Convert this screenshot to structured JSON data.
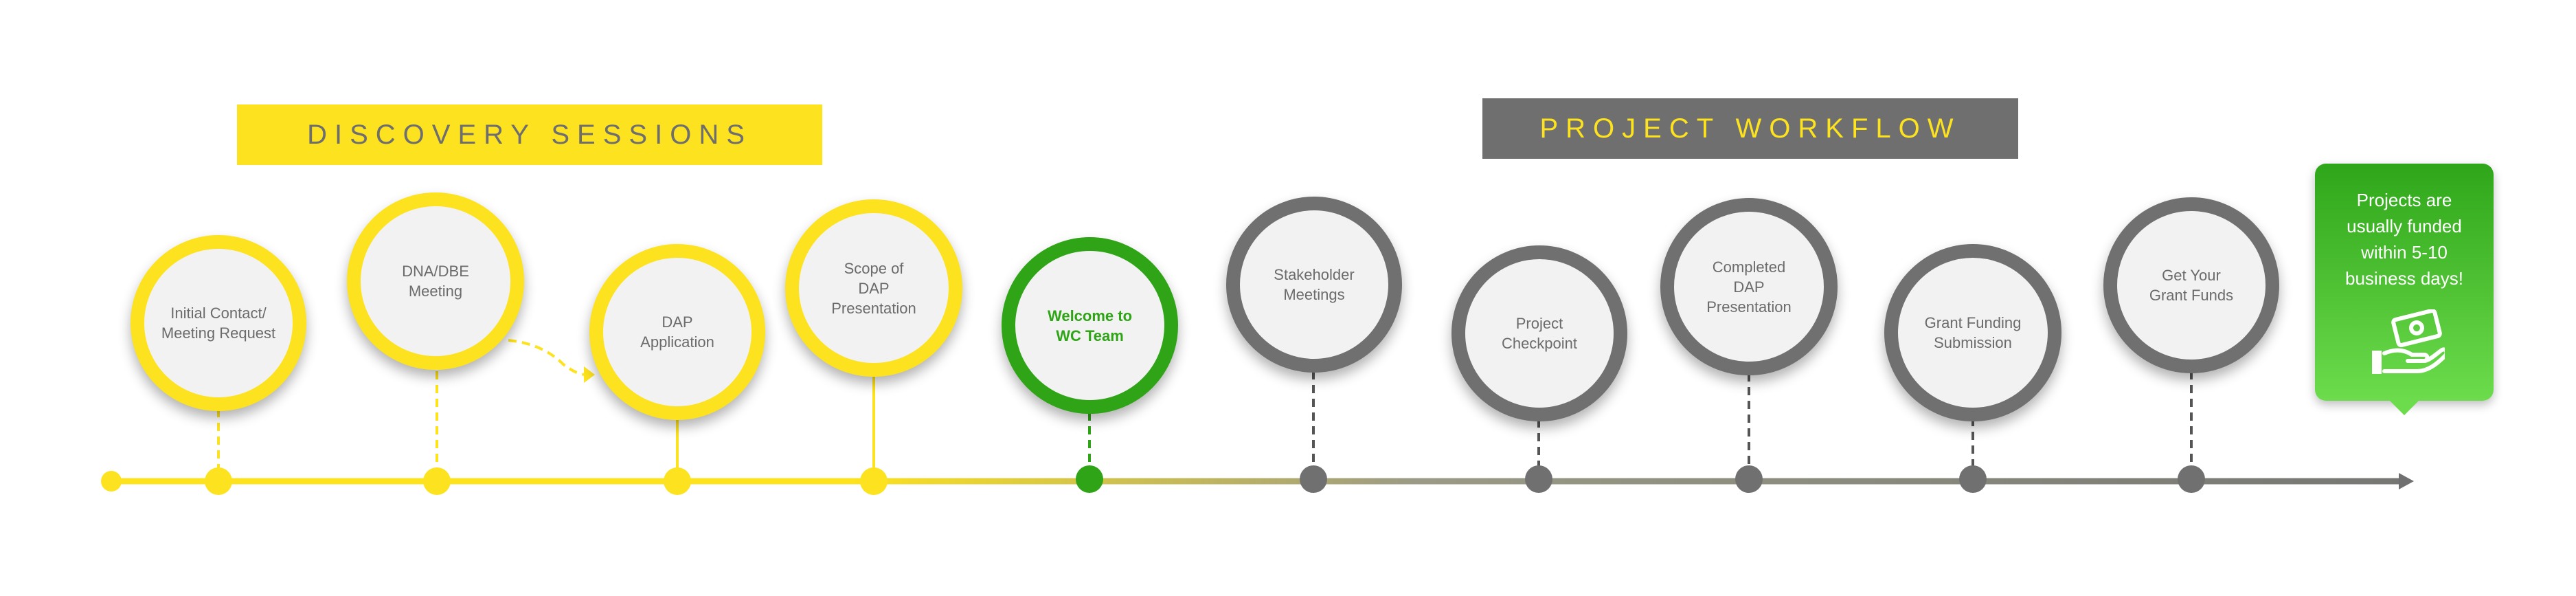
{
  "banners": {
    "discovery": "DISCOVERY SESSIONS",
    "workflow": "PROJECT WORKFLOW"
  },
  "steps": [
    {
      "label": "Initial Contact/\nMeeting Request",
      "phase": "discovery",
      "color": "#fde21f"
    },
    {
      "label": "DNA/DBE\nMeeting",
      "phase": "discovery",
      "color": "#fde21f"
    },
    {
      "label": "DAP\nApplication",
      "phase": "discovery",
      "color": "#fde21f"
    },
    {
      "label": "Scope of\nDAP\nPresentation",
      "phase": "discovery",
      "color": "#fde21f"
    },
    {
      "label": "Welcome to\nWC Team",
      "phase": "milestone",
      "color": "#2ea416"
    },
    {
      "label": "Stakeholder\nMeetings",
      "phase": "workflow",
      "color": "#707070"
    },
    {
      "label": "Project\nCheckpoint",
      "phase": "workflow",
      "color": "#707070"
    },
    {
      "label": "Completed\nDAP\nPresentation",
      "phase": "workflow",
      "color": "#707070"
    },
    {
      "label": "Grant Funding\nSubmission",
      "phase": "workflow",
      "color": "#707070"
    },
    {
      "label": "Get Your\nGrant Funds",
      "phase": "workflow",
      "color": "#707070"
    }
  ],
  "callout": {
    "text": "Projects are\nusually funded\nwithin 5-10\nbusiness days!",
    "icon": "hand-money-icon",
    "color": "#2fa61a"
  },
  "colors": {
    "discovery": "#fde21f",
    "workflow": "#707070",
    "milestone": "#2ea416",
    "text": "#6b6b6b"
  }
}
